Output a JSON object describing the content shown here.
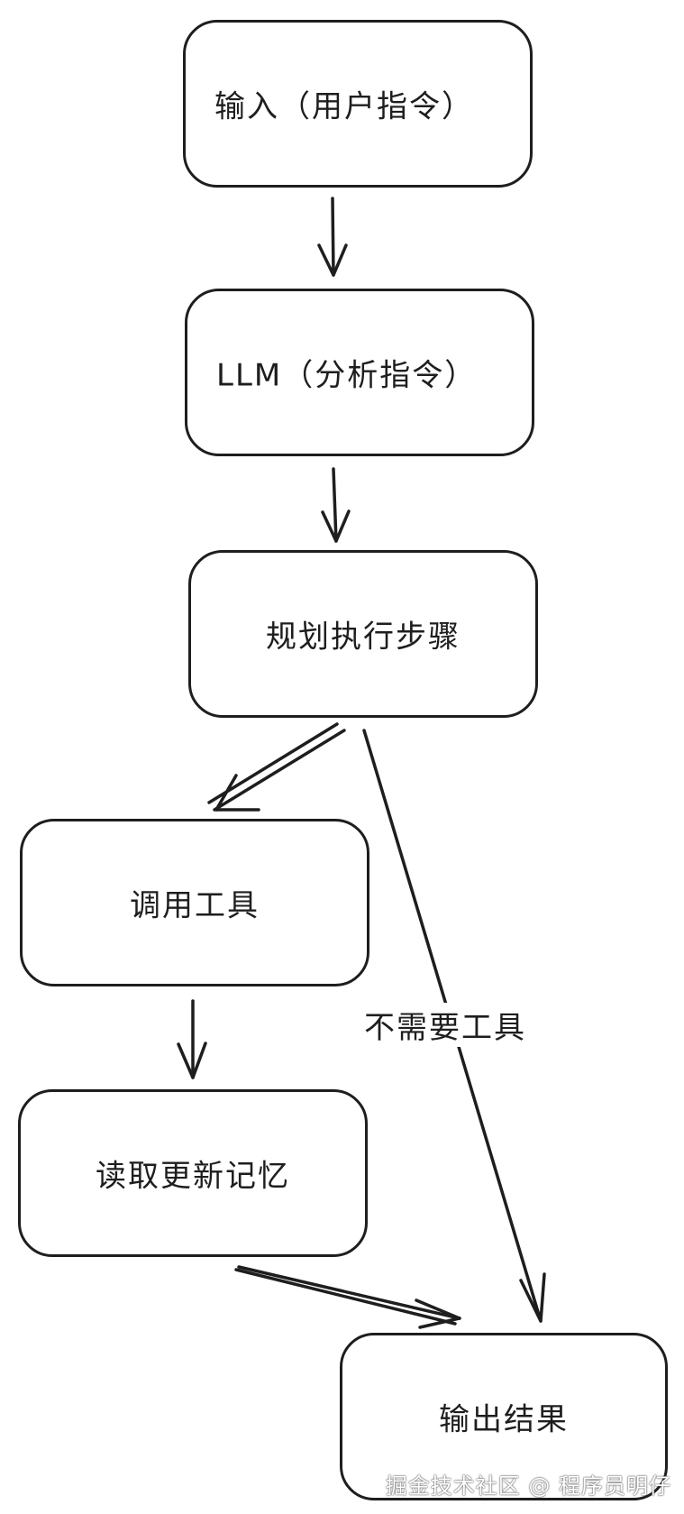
{
  "nodes": {
    "input": "输入（用户指令）",
    "llm": "LLM（分析指令）",
    "plan": "规划执行步骤",
    "call_tools": "调用工具",
    "memory": "读取更新记忆",
    "output": "输出结果"
  },
  "edges": {
    "no_tools_label": "不需要工具"
  },
  "watermark": "掘金技术社区 @ 程序员明仔"
}
